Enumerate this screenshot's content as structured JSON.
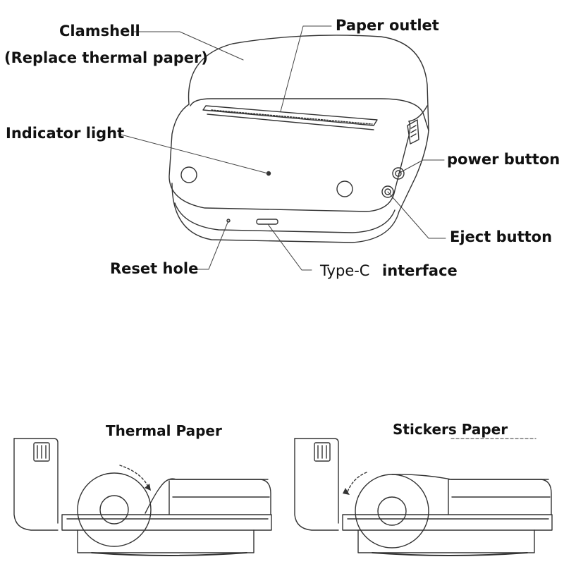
{
  "top_diagram": {
    "labels": {
      "clamshell": "Clamshell",
      "clamshell_note": "(Replace thermal paper)",
      "paper_outlet": "Paper outlet",
      "indicator_light": "Indicator light",
      "power_button": "power button",
      "eject_button": "Eject button",
      "reset_hole": "Reset hole",
      "type_c_prefix": "Type-C",
      "type_c_suffix": "interface"
    }
  },
  "bottom_diagrams": {
    "thermal": {
      "title": "Thermal Paper"
    },
    "stickers": {
      "title": "Stickers Paper"
    }
  }
}
